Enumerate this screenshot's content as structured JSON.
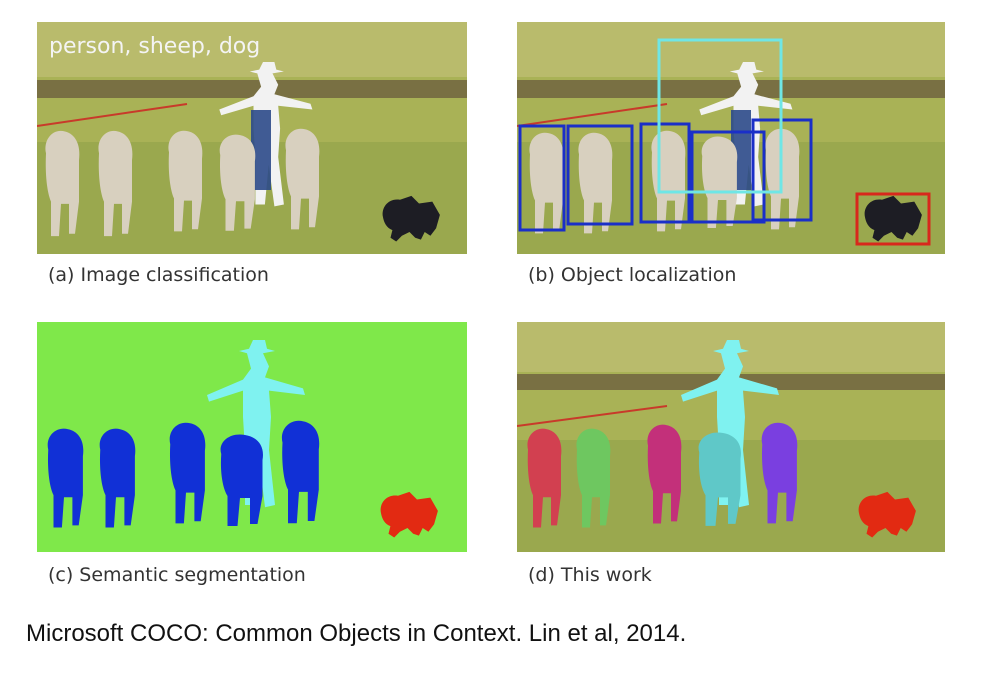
{
  "figure": {
    "panels": [
      {
        "id": "a",
        "caption": "(a) Image classification",
        "overlay_text": "person, sheep, dog"
      },
      {
        "id": "b",
        "caption": "(b) Object localization"
      },
      {
        "id": "c",
        "caption": "(c) Semantic segmentation"
      },
      {
        "id": "d",
        "caption": "(d) This work"
      }
    ],
    "citation": "Microsoft COCO: Common Objects in Context. Lin et al, 2014.",
    "colors": {
      "grass": "#a9b256",
      "dirt_path": "#6a5a3e",
      "background_green": "#7fe84a",
      "person_cyan": "#7ff2f0",
      "sheep_blue": "#1130d6",
      "dog_red": "#e22a12",
      "box_blue": "#1a2fc8",
      "box_cyan": "#6fe6e6",
      "box_red": "#d8281c",
      "instance_colors": [
        "#d24050",
        "#6ec760",
        "#c3307a",
        "#5fc8c8",
        "#7a3fe0"
      ]
    }
  }
}
